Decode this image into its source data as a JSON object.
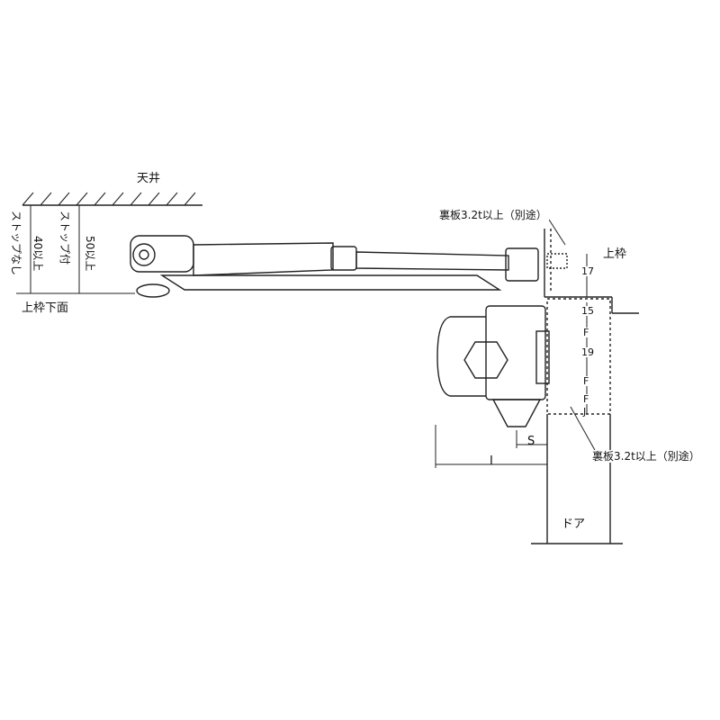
{
  "labels": {
    "ceiling": "天井",
    "no_stop": "ストップなし",
    "no_stop_dim": "40以上",
    "with_stop": "ストップ付",
    "with_stop_dim": "50以上",
    "frame_bottom": "上枠下面",
    "upper_frame": "上枠",
    "back_plate_top": "裏板3.2t以上（別途）",
    "back_plate_bottom": "裏板3.2t以上（別途）",
    "door": "ドア",
    "dim_17": "17",
    "dim_15": "15",
    "dim_19": "19",
    "f1": "F",
    "f2": "F",
    "f3": "F",
    "j": "J",
    "s": "S",
    "i": "I"
  }
}
